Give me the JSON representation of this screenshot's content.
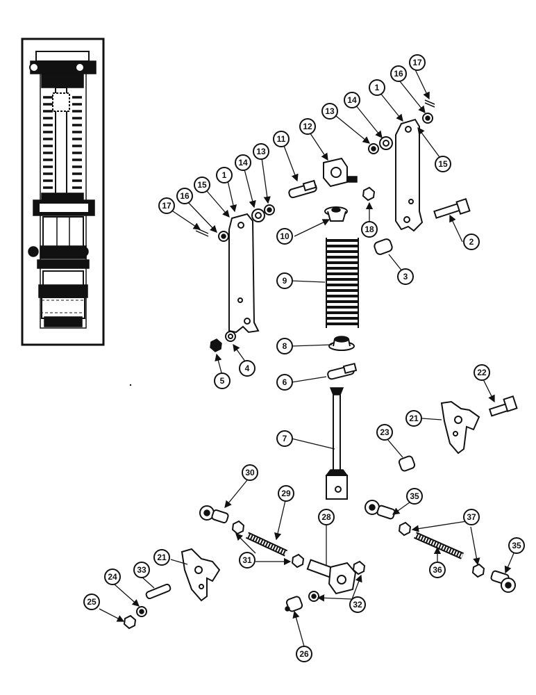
{
  "labels": {
    "p1a": "1",
    "p1b": "1",
    "p2": "2",
    "p3": "3",
    "p4": "4",
    "p5": "5",
    "p6": "6",
    "p7": "7",
    "p8": "8",
    "p9": "9",
    "p10": "10",
    "p11": "11",
    "p12": "12",
    "p13a": "13",
    "p13b": "13",
    "p14a": "14",
    "p14b": "14",
    "p15a": "15",
    "p15b": "15",
    "p16a": "16",
    "p16b": "16",
    "p17a": "17",
    "p17b": "17",
    "p18": "18",
    "p21a": "21",
    "p21b": "21",
    "p22": "22",
    "p23": "23",
    "p24": "24",
    "p25": "25",
    "p26": "26",
    "p28": "28",
    "p29": "29",
    "p30": "30",
    "p31": "31",
    "p32": "32",
    "p33": "33",
    "p35a": "35",
    "p35b": "35",
    "p36": "36",
    "p37": "37"
  }
}
